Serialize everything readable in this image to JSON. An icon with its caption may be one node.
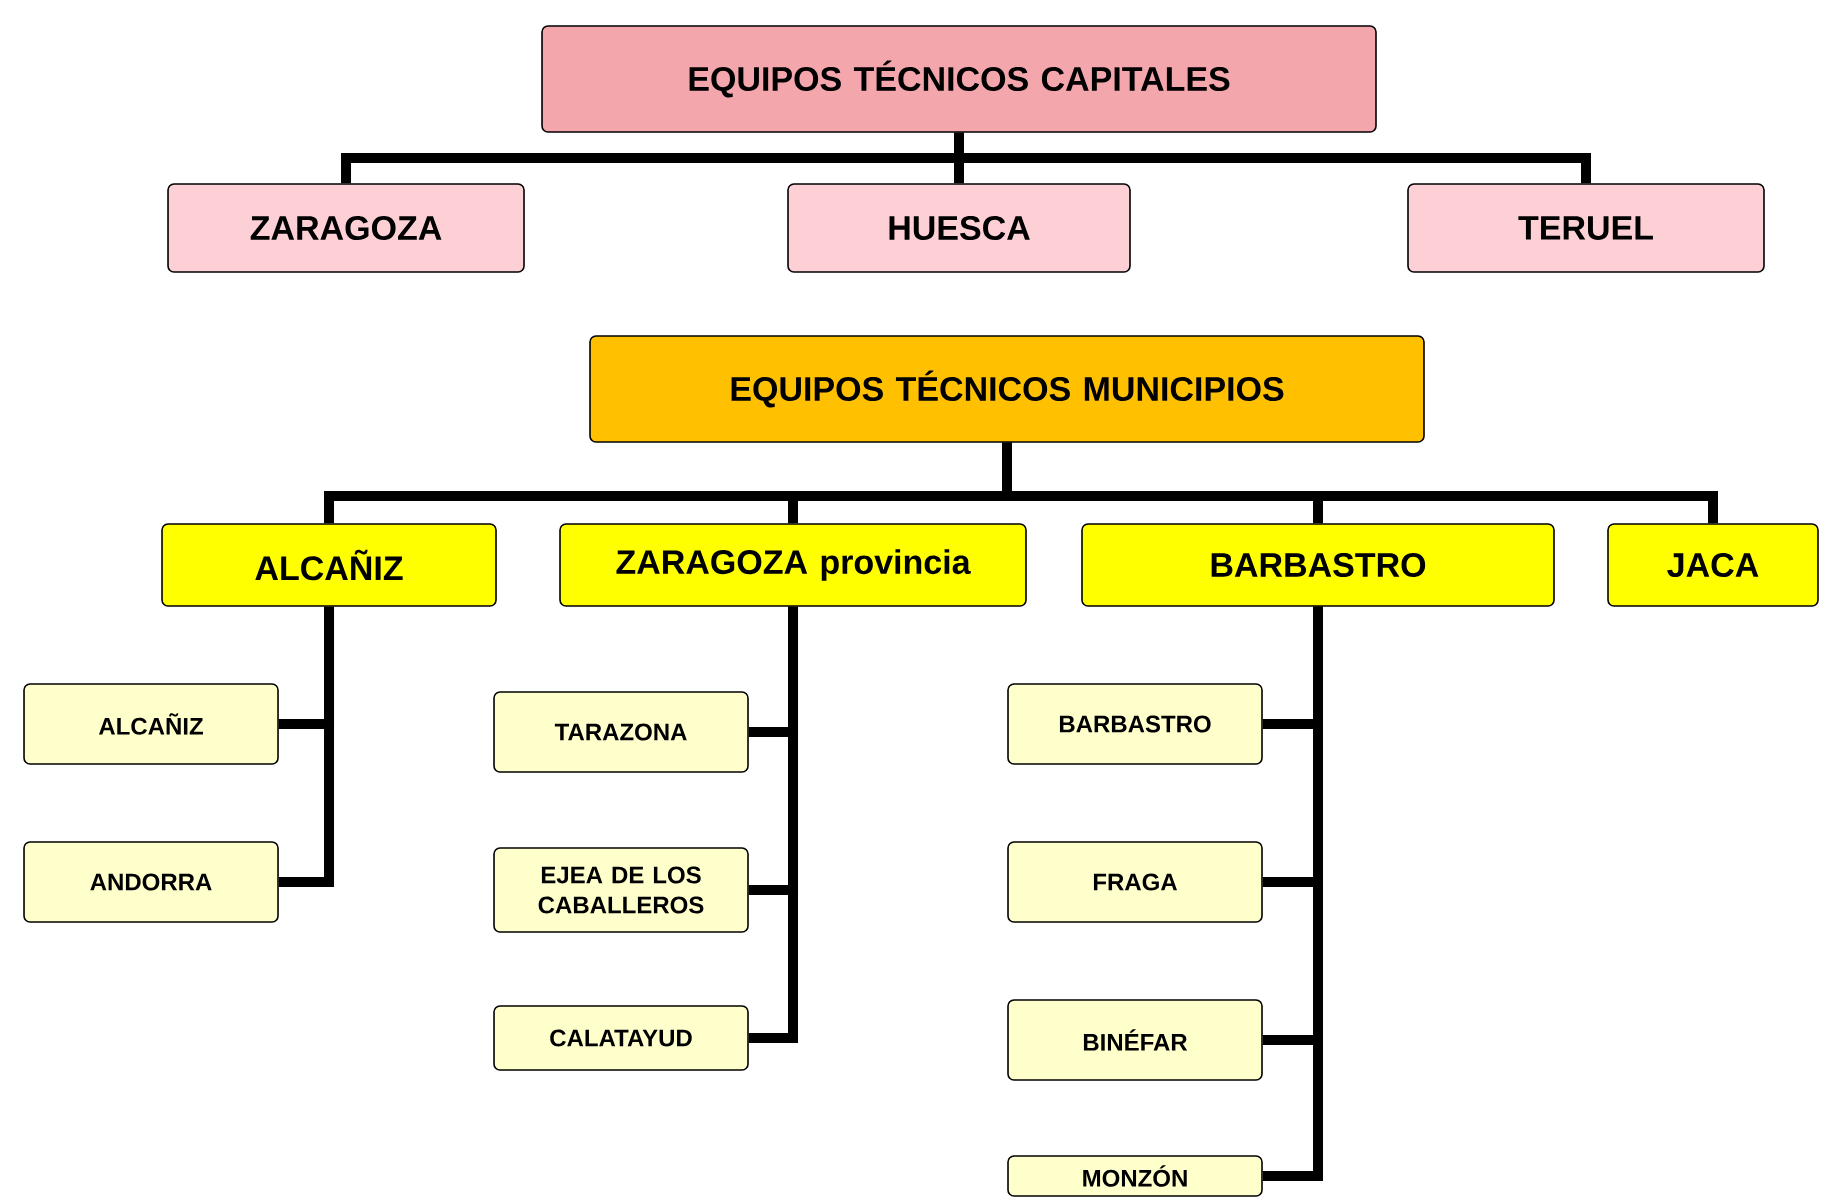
{
  "diagram": {
    "nodes": [
      {
        "text": [
          "EQUIPOS TÉCNICOS CAPITALES"
        ]
      },
      {
        "text": [
          "ZARAGOZA"
        ]
      },
      {
        "text": [
          "HUESCA"
        ]
      },
      {
        "text": [
          "TERUEL"
        ]
      },
      {
        "text": [
          "EQUIPOS TÉCNICOS MUNICIPIOS"
        ]
      },
      {
        "text": [
          "ALCAÑIZ"
        ]
      },
      {
        "text": [
          "ZARAGOZA provincia"
        ]
      },
      {
        "text": [
          "BARBASTRO"
        ]
      },
      {
        "text": [
          "JACA"
        ]
      },
      {
        "text": [
          "ALCAÑIZ"
        ]
      },
      {
        "text": [
          "ANDORRA"
        ]
      },
      {
        "text": [
          "TARAZONA"
        ]
      },
      {
        "text": [
          "EJEA DE LOS CABALLEROS"
        ]
      },
      {
        "text": [
          "CALATAYUD"
        ]
      },
      {
        "text": [
          "BARBASTRO"
        ]
      },
      {
        "text": [
          "FRAGA"
        ]
      },
      {
        "text": [
          "BINÉFAR"
        ]
      },
      {
        "text": [
          "MONZÓN"
        ]
      }
    ],
    "edges": [
      {
        "from": 0,
        "to": 1,
        "arrow": "none"
      },
      {
        "from": 0,
        "to": 2,
        "arrow": "none"
      },
      {
        "from": 0,
        "to": 3,
        "arrow": "none"
      },
      {
        "from": 4,
        "to": 5,
        "arrow": "none"
      },
      {
        "from": 4,
        "to": 6,
        "arrow": "none"
      },
      {
        "from": 4,
        "to": 7,
        "arrow": "none"
      },
      {
        "from": 4,
        "to": 8,
        "arrow": "none"
      },
      {
        "from": 5,
        "to": 9,
        "arrow": "none"
      },
      {
        "from": 5,
        "to": 10,
        "arrow": "none"
      },
      {
        "from": 6,
        "to": 11,
        "arrow": "none"
      },
      {
        "from": 6,
        "to": 12,
        "arrow": "none"
      },
      {
        "from": 6,
        "to": 13,
        "arrow": "none"
      },
      {
        "from": 7,
        "to": 14,
        "arrow": "none"
      },
      {
        "from": 7,
        "to": 15,
        "arrow": "none"
      },
      {
        "from": 7,
        "to": 16,
        "arrow": "none"
      },
      {
        "from": 7,
        "to": 17,
        "arrow": "none"
      }
    ]
  }
}
